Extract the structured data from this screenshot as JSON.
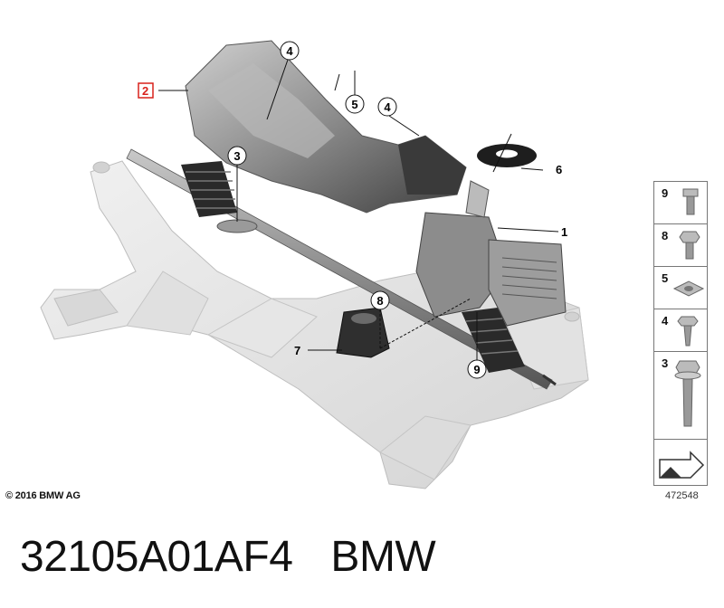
{
  "diagram": {
    "callouts": [
      "1",
      "2",
      "3",
      "4",
      "4",
      "5",
      "6",
      "7",
      "8",
      "9"
    ],
    "highlight_color": "#d9221c"
  },
  "legend": {
    "items": [
      "9",
      "8",
      "5",
      "4",
      "3"
    ],
    "last_icon": "arrow-corner-icon"
  },
  "footer": {
    "copyright": "© 2016 BMW AG",
    "drawing_number": "472548"
  },
  "caption": {
    "part_number": "32105A01AF4",
    "brand": "BMW"
  }
}
